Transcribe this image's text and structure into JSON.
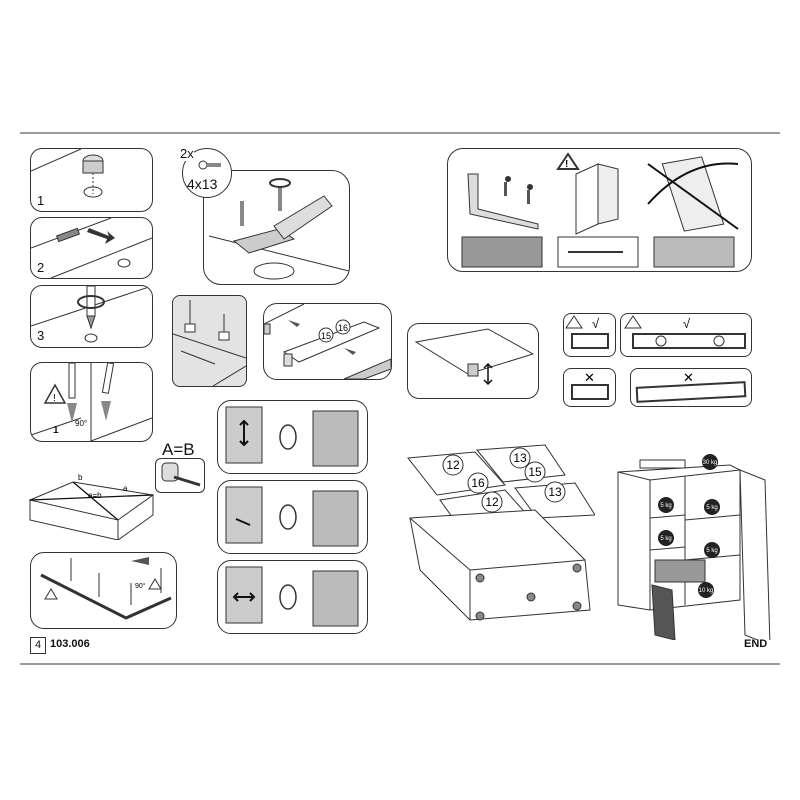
{
  "steps": {
    "s1": "1",
    "s2": "2",
    "s3": "3",
    "warn_label": "1",
    "angle": "90°"
  },
  "hinge": {
    "qty": "2x",
    "screw_size": "4x13"
  },
  "connector": {
    "part_a": "15",
    "part_b": "16"
  },
  "square_check": {
    "title": "A=B",
    "diag": "a=b",
    "a": "a",
    "b": "b"
  },
  "nailing": {
    "angle": "90°"
  },
  "assembly_parts": [
    "12",
    "13",
    "16",
    "15",
    "12",
    "13"
  ],
  "weights": [
    "30 kg",
    "5 kg",
    "5 kg",
    "5 kg",
    "5 kg",
    "10 kg"
  ],
  "footer": {
    "page": "4",
    "code": "103.006",
    "end": "END"
  }
}
